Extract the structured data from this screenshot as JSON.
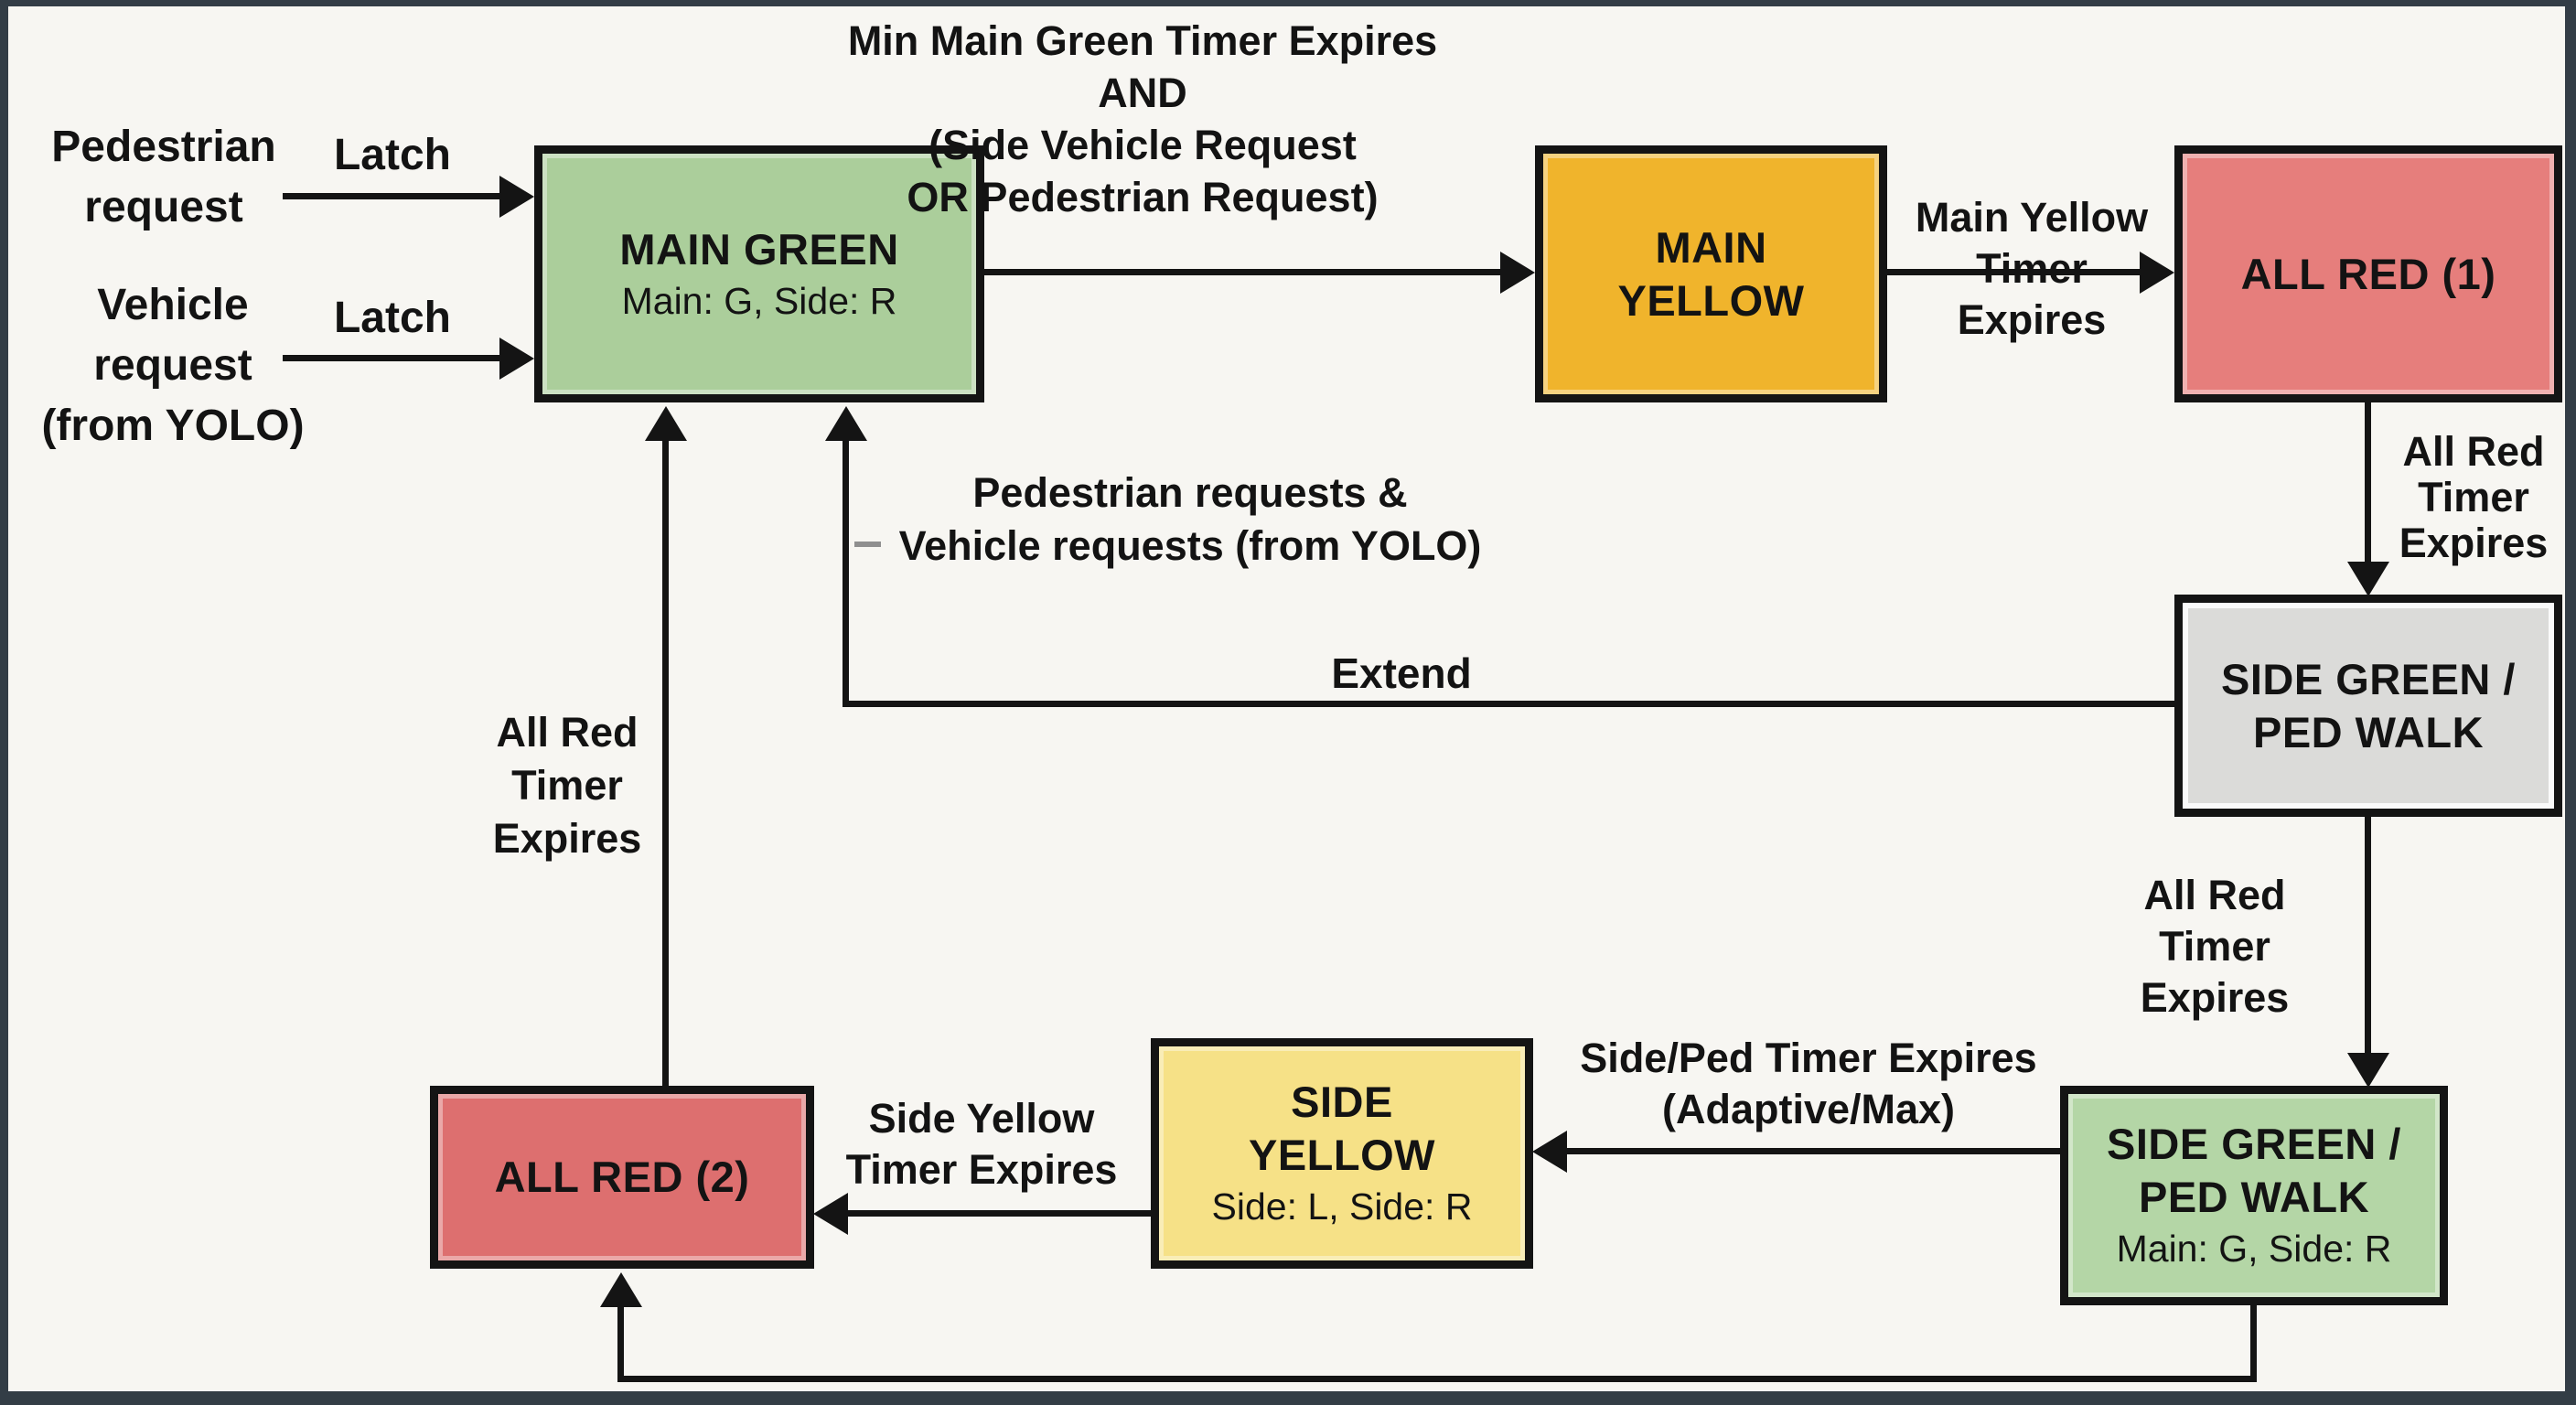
{
  "page": {
    "background": "#f7f6f2",
    "frame_color": "#333d46",
    "line_color": "#141414"
  },
  "inputs": {
    "pedestrian": {
      "lines": [
        "Pedestrian",
        "request"
      ]
    },
    "vehicle": {
      "lines": [
        "Vehicle",
        "request",
        "(from YOLO)"
      ]
    },
    "latch_1": "Latch",
    "latch_2": "Latch"
  },
  "states": {
    "main_green": {
      "title": "MAIN GREEN",
      "subtitle": "Main: G, Side: R",
      "fill": "#abce9b"
    },
    "main_yellow": {
      "lines": [
        "MAIN",
        "YELLOW"
      ],
      "fill": "#f0b42c"
    },
    "all_red_1": {
      "title": "ALL RED (1)",
      "fill": "#e67e7c"
    },
    "side_green_ped_gray": {
      "lines": [
        "SIDE GREEN /",
        "PED WALK"
      ],
      "fill": "#dbdbd9"
    },
    "side_green_ped_green": {
      "lines": [
        "SIDE GREEN /",
        "PED WALK"
      ],
      "subtitle": "Main: G, Side: R",
      "fill": "#b4d6a6"
    },
    "side_yellow": {
      "lines": [
        "SIDE",
        "YELLOW"
      ],
      "subtitle": "Side: L, Side: R",
      "fill": "#f6e187"
    },
    "all_red_2": {
      "title": "ALL RED (2)",
      "fill": "#dd6f6f"
    }
  },
  "transitions": {
    "main_green_to_main_yellow": {
      "lines": [
        "Min Main Green Timer Expires",
        "AND",
        "(Side Vehicle Request",
        "OR Pedestrian Request)"
      ]
    },
    "main_yellow_to_all_red_1": {
      "lines": [
        "Main Yellow",
        "Timer",
        "Expires"
      ]
    },
    "all_red_1_to_side_gray": {
      "lines": [
        "All Red",
        "Timer",
        "Expires"
      ]
    },
    "side_gray_to_side_green": {
      "lines": [
        "All Red",
        "Timer",
        "Expires"
      ]
    },
    "side_green_to_side_yellow": {
      "lines": [
        "Side/Ped Timer Expires",
        "(Adaptive/Max)"
      ]
    },
    "side_yellow_to_all_red_2": {
      "lines": [
        "Side Yellow",
        "Timer Expires"
      ]
    },
    "all_red_2_to_main_green": {
      "lines": [
        "All Red",
        "Timer",
        "Expires"
      ]
    },
    "extend": {
      "label": "Extend"
    },
    "requests_note": {
      "dash": "–",
      "lines": [
        "Pedestrian requests &",
        "Vehicle requests (from YOLO)"
      ]
    }
  }
}
